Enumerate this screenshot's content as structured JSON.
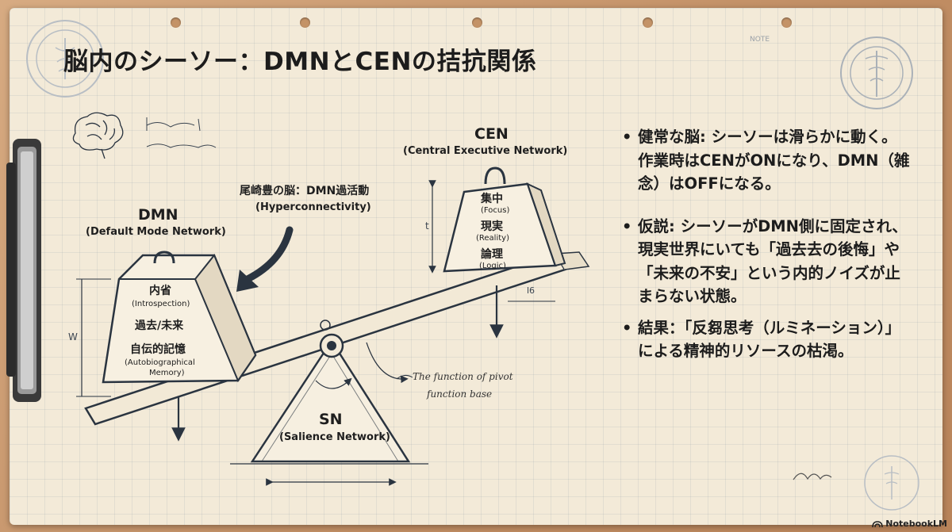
{
  "title": "脳内のシーソー：DMNとCENの拮抗関係",
  "note_label": "NOTE",
  "diagram": {
    "cen": {
      "name": "CEN",
      "full": "(Central Executive Network)",
      "weight_lines": [
        "集中",
        "(Focus)",
        "現実",
        "(Reality)",
        "論理",
        "(Logic)"
      ]
    },
    "dmn": {
      "name": "DMN",
      "full": "(Default Mode Network)",
      "weight_lines": [
        "内省",
        "(Introspection)",
        "過去/未来",
        "自伝的記憶",
        "(Autobiographical",
        "Memory)"
      ]
    },
    "sn": {
      "name": "SN",
      "full": "(Salience Network)"
    },
    "overactive": {
      "line1": "尾崎豊の脳：DMN過活動",
      "line2": "(Hyperconnectivity)"
    },
    "pivot_note": {
      "line1": "The function of pivot",
      "line2": "function base"
    },
    "dim_labels": {
      "w": "W",
      "t": "t",
      "l": "l6"
    },
    "colors": {
      "ink": "#2a3440",
      "paper": "#f3ead8",
      "board": "#c99b72"
    }
  },
  "bullets": [
    "健常な脳: シーソーは滑らかに動く。作業時はCENがONになり、DMN（雑念）はOFFになる。",
    "仮説: シーソーがDMN側に固定され、現実世界にいても「過去去の後悔」や「未来の不安」という内的ノイズが止まらない状態。",
    "結果：「反芻思考（ルミネーション）」による精神的リソースの枯渇。"
  ],
  "footer": {
    "brand": "NotebookLM",
    "icon": "notebooklm-logo-icon"
  }
}
